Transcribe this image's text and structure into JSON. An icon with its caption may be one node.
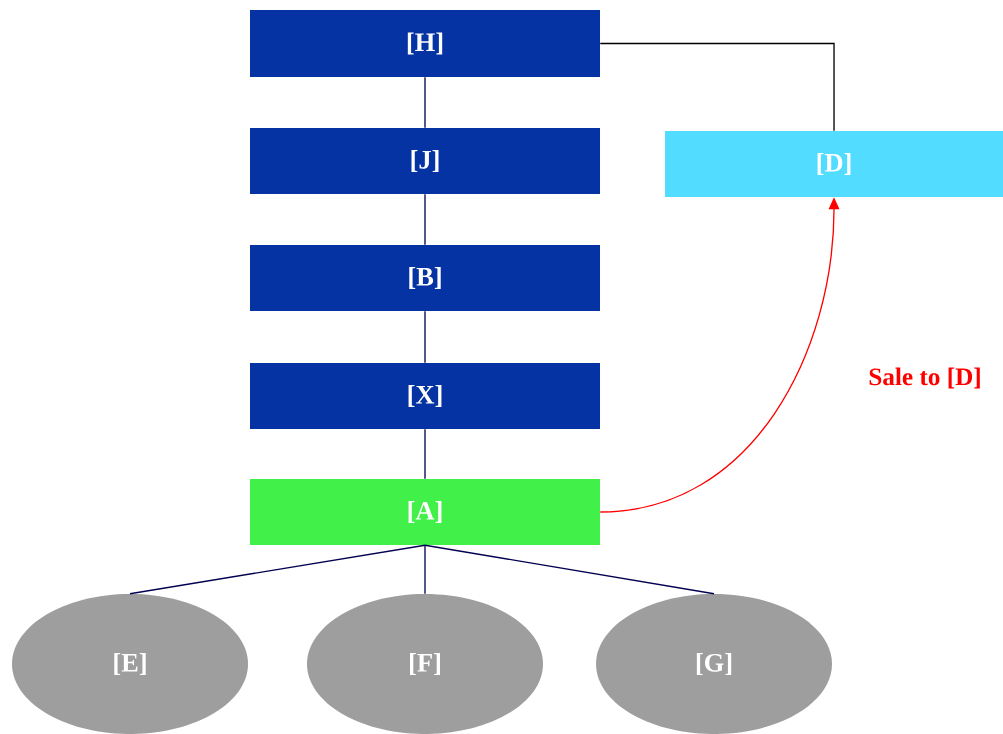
{
  "diagram": {
    "nodes": [
      {
        "text": [
          "[H]"
        ]
      },
      {
        "text": [
          "[J]"
        ]
      },
      {
        "text": [
          "[B]"
        ]
      },
      {
        "text": [
          "[X]"
        ]
      },
      {
        "text": [
          "[A]"
        ]
      },
      {
        "text": [
          "[D]"
        ]
      },
      {
        "text": [
          "[E]"
        ]
      },
      {
        "text": [
          "[F]"
        ]
      },
      {
        "text": [
          "[G]"
        ]
      }
    ],
    "edges": [
      {
        "from": 0,
        "to": 1,
        "arrow": "none"
      },
      {
        "from": 1,
        "to": 2,
        "arrow": "none"
      },
      {
        "from": 2,
        "to": 3,
        "arrow": "none"
      },
      {
        "from": 3,
        "to": 4,
        "arrow": "none"
      },
      {
        "from": 0,
        "to": 5,
        "arrow": "none",
        "color": "#000000"
      },
      {
        "from": 4,
        "to": 5,
        "arrow": "to",
        "label": "Sale to [D]",
        "color": "#ff0000"
      },
      {
        "from": 4,
        "to": 6,
        "arrow": "none"
      },
      {
        "from": 4,
        "to": 7,
        "arrow": "none"
      },
      {
        "from": 4,
        "to": 8,
        "arrow": "none"
      }
    ]
  }
}
